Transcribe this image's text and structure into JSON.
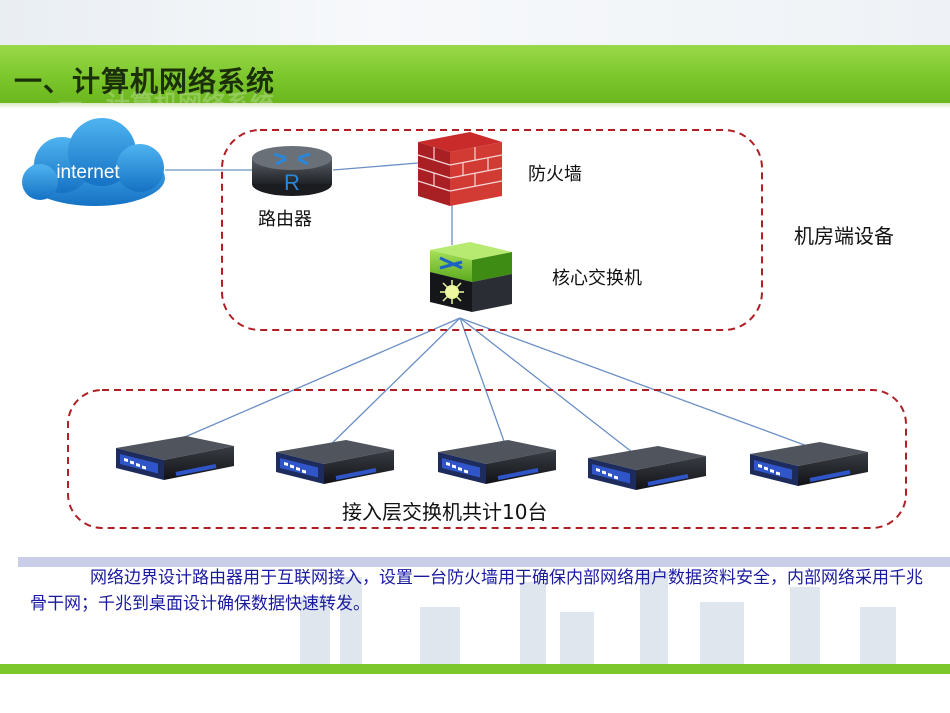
{
  "title": "一、计算机网络系统",
  "diagram": {
    "internet_label": "internet",
    "router_letter": "R",
    "router_label": "路由器",
    "firewall_label": "防火墙",
    "core_switch_label": "核心交换机",
    "machine_room_label": "机房端设备",
    "access_label": "接入层交换机共计10台"
  },
  "caption": "网络边界设计路由器用于互联网接入，设置一台防火墙用于确保内部网络用户数据资料安全，内部网络采用千兆骨干网；千兆到桌面设计确保数据快速转发。",
  "colors": {
    "title_green": "#7cc72c",
    "dashed_border": "#b01f24",
    "cloud_blue": "#1e88d6",
    "caption_text": "#1a1aa0"
  }
}
